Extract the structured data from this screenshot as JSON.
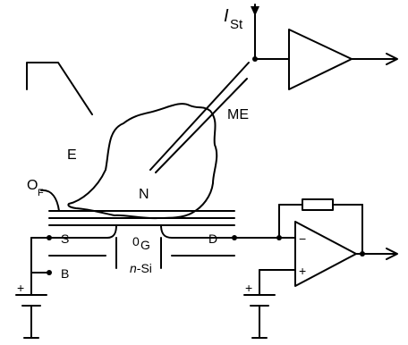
{
  "labels": {
    "current_I": "I",
    "current_sub": "St",
    "microelectrode": "ME",
    "electrolyte": "E",
    "neuron": "N",
    "oxide": "O",
    "oxide_sub": "F",
    "source": "S",
    "bulk": "B",
    "drain": "D",
    "gate_zero": "0",
    "gate": "G",
    "substrate_n": "n",
    "substrate_rest": "-Si",
    "opamp_minus": "−",
    "opamp_plus": "+",
    "battery_left_plus": "+",
    "battery_right_plus": "+"
  },
  "colors": {
    "stroke": "#000000",
    "background": "#ffffff"
  }
}
